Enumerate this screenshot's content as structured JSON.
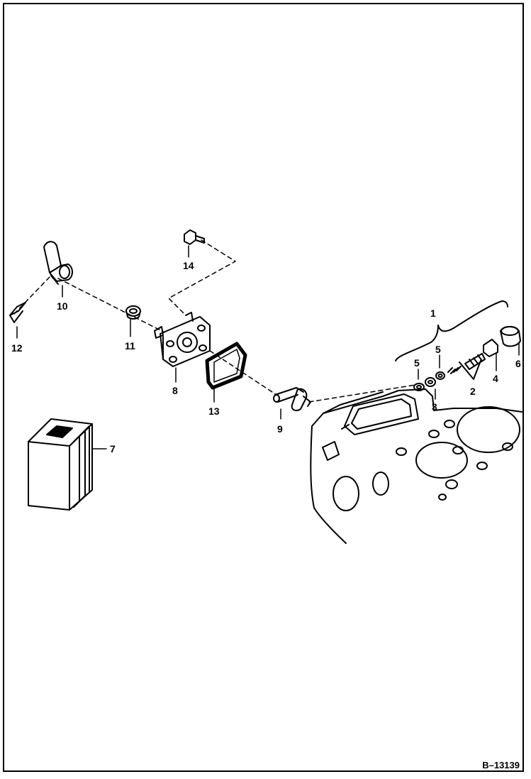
{
  "figure_number": "B–13139",
  "callouts": {
    "c1": "1",
    "c2": "2",
    "c3": "3",
    "c4": "4",
    "c5a": "5",
    "c5b": "5",
    "c6": "6",
    "c7": "7",
    "c8": "8",
    "c9": "9",
    "c10": "10",
    "c11": "11",
    "c12": "12",
    "c13": "13",
    "c14": "14"
  }
}
